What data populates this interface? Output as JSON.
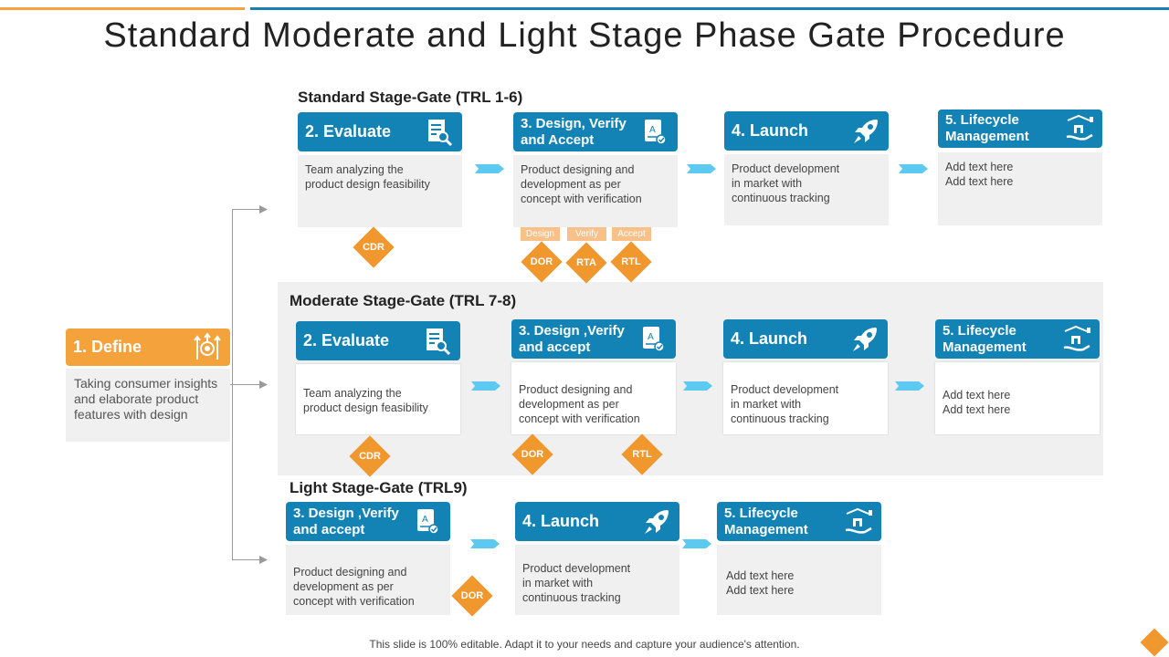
{
  "title": "Standard Moderate and Light Stage Phase Gate Procedure",
  "footer": "This slide is 100% editable. Adapt it to your needs and capture your audience's attention.",
  "colors": {
    "blue": "#1283b4",
    "orange": "#f4a23b",
    "diamond": "#f0982e",
    "arrow": "#5ccaf0",
    "gray": "#f0f0f0"
  },
  "define": {
    "label": "1. Define",
    "icon": "bulb-arrows-icon",
    "text": "Taking consumer insights and elaborate product features with design"
  },
  "standard": {
    "title": "Standard Stage-Gate (TRL 1-6)",
    "cards": [
      {
        "label": "2. Evaluate",
        "icon": "document-search-icon",
        "text": "Team analyzing the\nproduct design feasibility"
      },
      {
        "label": "3. Design, Verify\nand Accept",
        "icon": "certificate-icon",
        "text": "Product designing and\ndevelopment  as per\nconcept with verification"
      },
      {
        "label": "4. Launch",
        "icon": "rocket-icon",
        "text": "Product development\nin market with\ncontinuous tracking"
      },
      {
        "label": "5. Lifecycle\nManagement",
        "icon": "hand-house-icon",
        "text": "Add text here\nAdd text here"
      }
    ],
    "gates": [
      "CDR",
      "DOR",
      "RTA",
      "RTL"
    ],
    "tags": [
      "Design",
      "Verify",
      "Accept"
    ]
  },
  "moderate": {
    "title": "Moderate Stage-Gate (TRL 7-8)",
    "cards": [
      {
        "label": "2. Evaluate",
        "icon": "document-search-icon",
        "text": "Team analyzing the\nproduct design feasibility"
      },
      {
        "label": "3. Design ,Verify\nand accept",
        "icon": "certificate-icon",
        "text": "Product designing and\ndevelopment  as per\nconcept with verification"
      },
      {
        "label": "4. Launch",
        "icon": "rocket-icon",
        "text": "Product development\nin market with\ncontinuous tracking"
      },
      {
        "label": "5. Lifecycle\nManagement",
        "icon": "hand-house-icon",
        "text": "Add text here\nAdd text here"
      }
    ],
    "gates": [
      "CDR",
      "DOR",
      "RTL"
    ]
  },
  "light": {
    "title": "Light Stage-Gate (TRL9)",
    "cards": [
      {
        "label": "3. Design ,Verify\nand accept",
        "icon": "certificate-icon",
        "text": "Product designing and\ndevelopment  as per\nconcept with verification"
      },
      {
        "label": "4. Launch",
        "icon": "rocket-icon",
        "text": "Product development\nin market with\ncontinuous tracking"
      },
      {
        "label": "5. Lifecycle\nManagement",
        "icon": "hand-house-icon",
        "text": "Add text here\nAdd text here"
      }
    ],
    "gates": [
      "DOR"
    ]
  }
}
